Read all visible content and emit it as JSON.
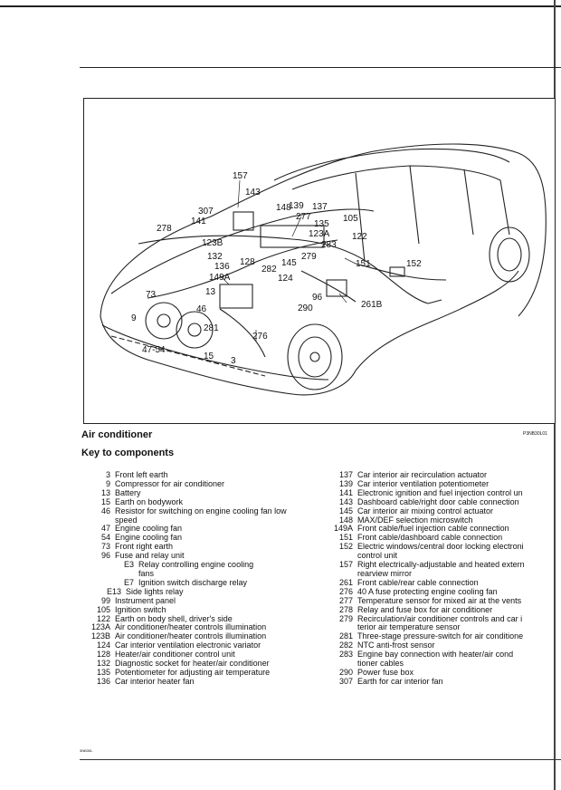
{
  "figure": {
    "callouts": [
      "157",
      "143",
      "307",
      "148",
      "139",
      "137",
      "277",
      "141",
      "135",
      "105",
      "278",
      "123A",
      "123B",
      "122",
      "283",
      "132",
      "279",
      "136",
      "128",
      "145",
      "151",
      "152",
      "282",
      "149A",
      "124",
      "13",
      "96",
      "73",
      "261B",
      "290",
      "9",
      "46",
      "281",
      "276",
      "47-54",
      "15",
      "3"
    ]
  },
  "section_title": "Air conditioner",
  "figure_code": "P3NB30L01",
  "key_title": "Key to components",
  "left_items": [
    {
      "num": "3",
      "text": "Front left earth"
    },
    {
      "num": "9",
      "text": "Compressor for air conditioner"
    },
    {
      "num": "13",
      "text": "Battery"
    },
    {
      "num": "15",
      "text": "Earth on bodywork"
    },
    {
      "num": "46",
      "text": "Resistor for switching on engine cooling fan low"
    },
    {
      "num": "",
      "text": "speed"
    },
    {
      "num": "47",
      "text": "Engine cooling fan"
    },
    {
      "num": "54",
      "text": "Engine cooling fan"
    },
    {
      "num": "73",
      "text": "Front right earth"
    },
    {
      "num": "96",
      "text": "Fuse and relay unit"
    },
    {
      "num": "E3",
      "text": "Relay controlling engine cooling",
      "sub": true
    },
    {
      "num": "",
      "text": "fans",
      "sub": true
    },
    {
      "num": "E7",
      "text": "Ignition switch discharge relay",
      "sub": true
    },
    {
      "num": "E13",
      "text": "Side lights relay",
      "mid": true
    },
    {
      "num": "99",
      "text": "Instrument panel"
    },
    {
      "num": "105",
      "text": "Ignition switch"
    },
    {
      "num": "122",
      "text": "Earth on body shell, driver's side"
    },
    {
      "num": "123A",
      "text": "Air conditioner/heater controls illumination"
    },
    {
      "num": "123B",
      "text": "Air conditioner/heater controls illumination"
    },
    {
      "num": "124",
      "text": "Car interior ventilation electronic variator"
    },
    {
      "num": "128",
      "text": "Heater/air conditioner control unit"
    },
    {
      "num": "132",
      "text": "Diagnostic socket for heater/air conditioner"
    },
    {
      "num": "135",
      "text": "Potentiometer for adjusting air temperature"
    },
    {
      "num": "136",
      "text": "Car interior heater fan"
    }
  ],
  "right_items": [
    {
      "num": "137",
      "text": "Car interior air recirculation actuator"
    },
    {
      "num": "139",
      "text": "Car interior ventilation potentiometer"
    },
    {
      "num": "141",
      "text": "Electronic ignition and fuel injection control un"
    },
    {
      "num": "143",
      "text": "Dashboard cable/right door cable connection"
    },
    {
      "num": "145",
      "text": "Car interior air mixing control actuator"
    },
    {
      "num": "148",
      "text": "MAX/DEF selection microswitch"
    },
    {
      "num": "149A",
      "text": "Front cable/fuel injection cable connection"
    },
    {
      "num": "151",
      "text": "Front cable/dashboard cable connection"
    },
    {
      "num": "152",
      "text": "Electric windows/central door locking electroni"
    },
    {
      "num": "",
      "text": "control unit"
    },
    {
      "num": "157",
      "text": "Right electrically-adjustable and heated extern"
    },
    {
      "num": "",
      "text": "rearview mirror"
    },
    {
      "num": "261",
      "text": "Front cable/rear cable connection"
    },
    {
      "num": "276",
      "text": "40 A fuse protecting engine cooling fan"
    },
    {
      "num": "277",
      "text": "Temperature sensor for mixed air at the vents"
    },
    {
      "num": "278",
      "text": "Relay and fuse box for air conditioner"
    },
    {
      "num": "279",
      "text": "Recirculation/air conditioner controls and car i"
    },
    {
      "num": "",
      "text": "terior air temperature sensor"
    },
    {
      "num": "281",
      "text": "Three-stage pressure-switch for air conditione"
    },
    {
      "num": "282",
      "text": "NTC anti-frost sensor"
    },
    {
      "num": "283",
      "text": "Engine bay connection with heater/air cond"
    },
    {
      "num": "",
      "text": "tioner cables"
    },
    {
      "num": "290",
      "text": "Power fuse box"
    },
    {
      "num": "307",
      "text": "Earth for car interior fan"
    }
  ],
  "footer_code": "3NB30L"
}
